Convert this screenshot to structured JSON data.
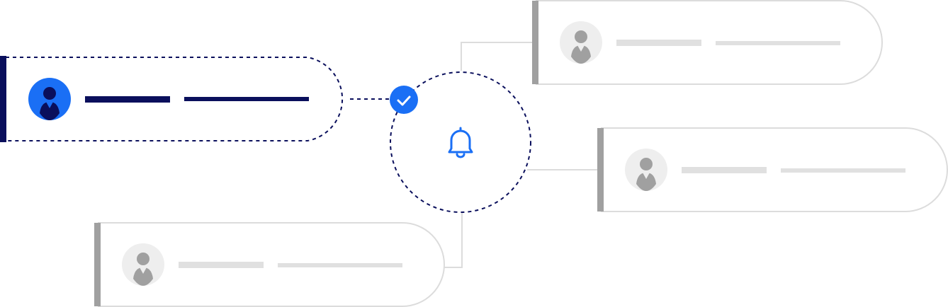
{
  "colors": {
    "primary_navy": "#0a0f5c",
    "accent_blue": "#1a6ff5",
    "inactive_gray": "#a0a0a0",
    "placeholder_gray": "#e0e0e0",
    "avatar_bg_gray": "#eeeeee",
    "connector_gray": "#dcdcdc",
    "background": "#ffffff"
  },
  "center": {
    "icon": "bell-icon",
    "badge_icon": "check-icon"
  },
  "cards": [
    {
      "id": "active",
      "state": "active",
      "icon": "user-icon"
    },
    {
      "id": "top-right",
      "state": "inactive",
      "icon": "user-icon"
    },
    {
      "id": "middle-right",
      "state": "inactive",
      "icon": "user-icon"
    },
    {
      "id": "bottom-left",
      "state": "inactive",
      "icon": "user-icon"
    }
  ]
}
